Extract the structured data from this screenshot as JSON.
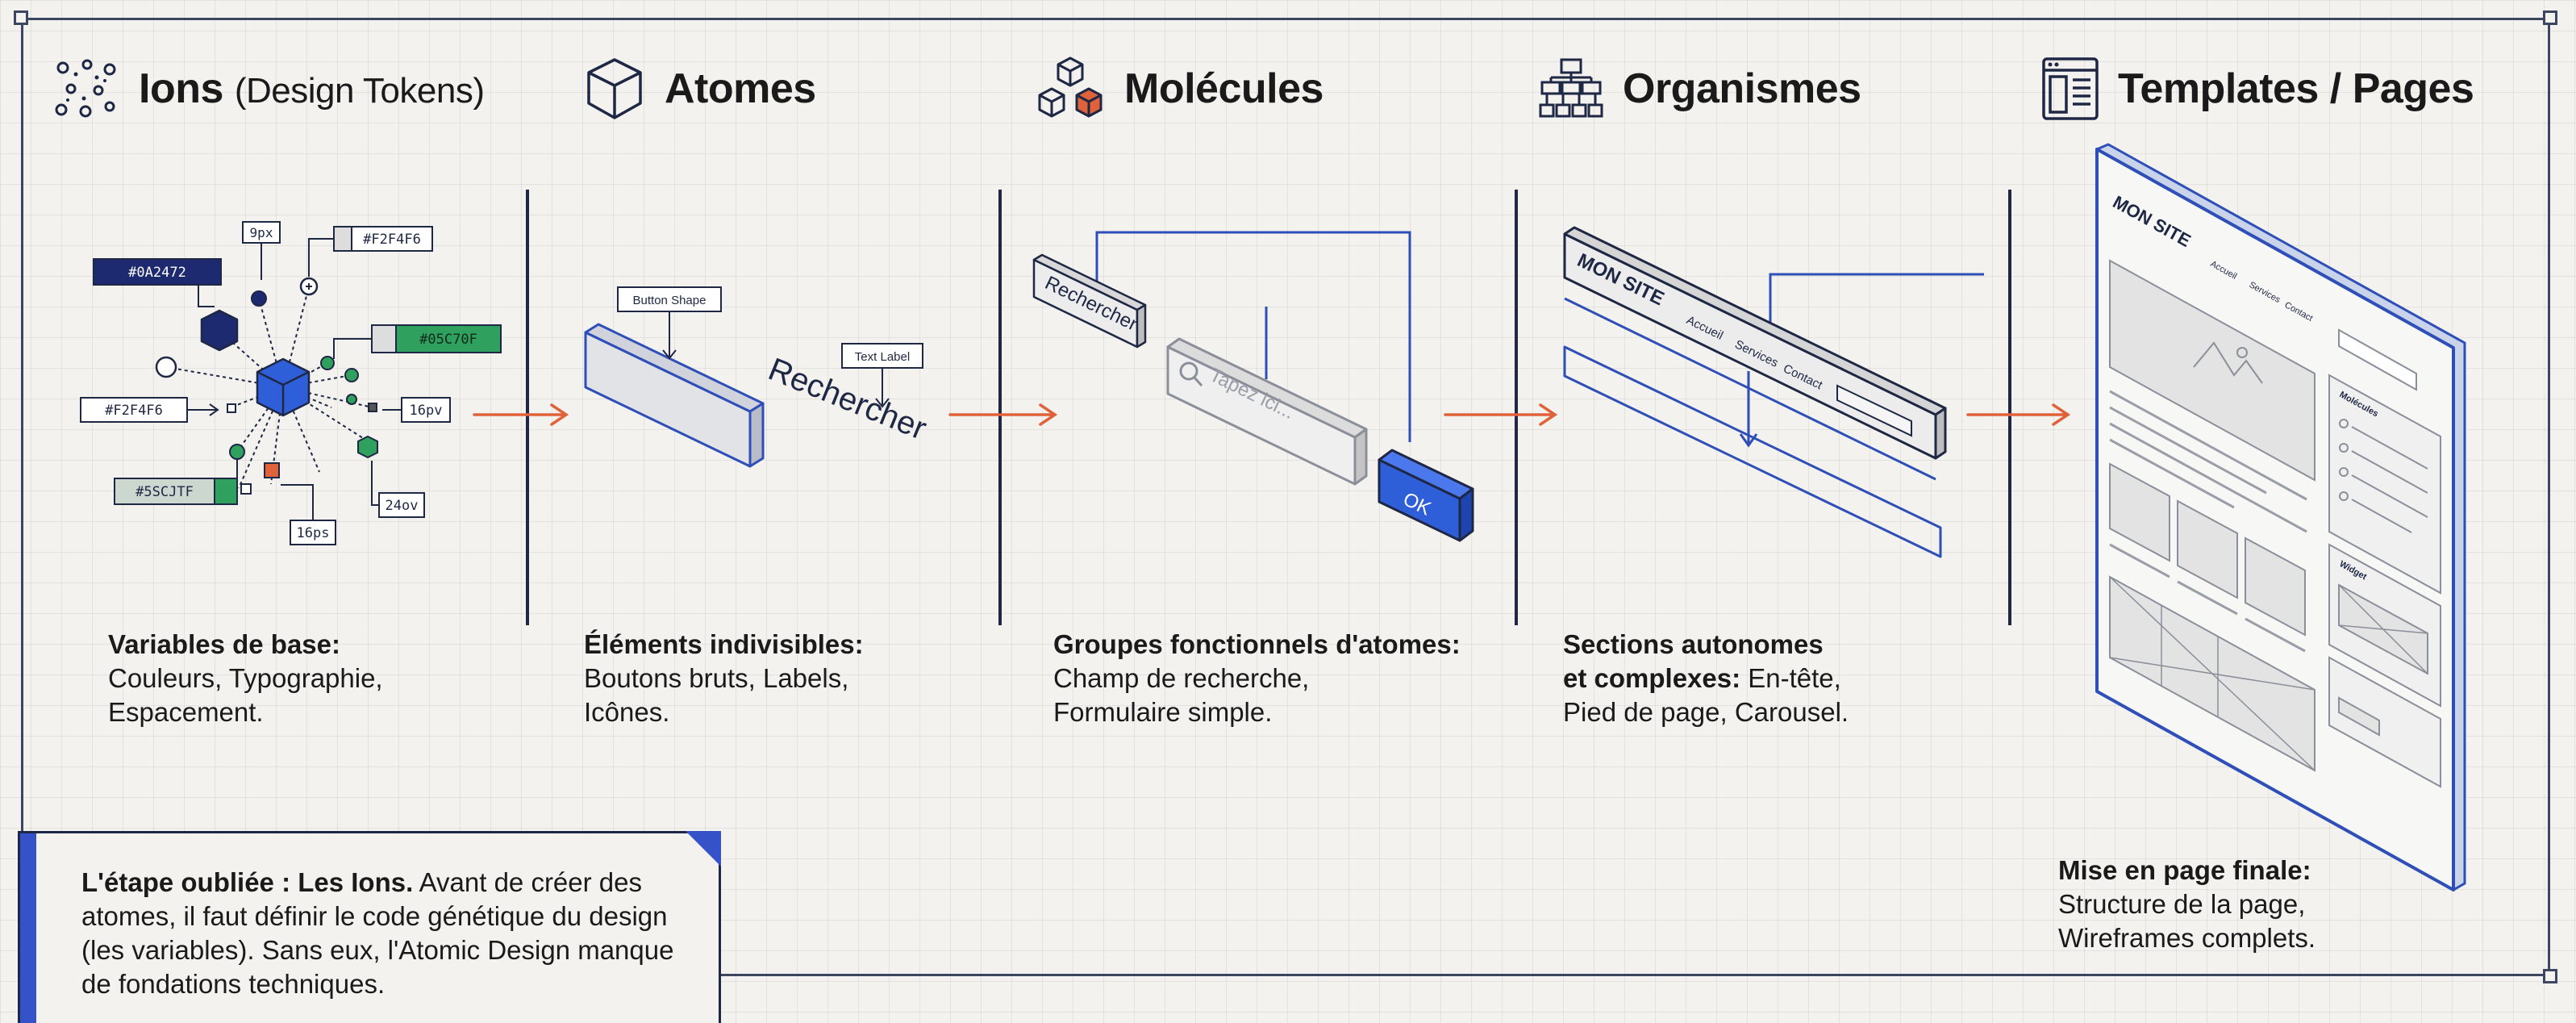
{
  "columns": [
    {
      "title": "Ions",
      "subtitle": "(Design Tokens)",
      "desc_bold": "Variables de base:",
      "desc_lines": [
        "Couleurs, Typographie,",
        "Espacement."
      ]
    },
    {
      "title": "Atomes",
      "desc_bold": "Éléments indivisibles:",
      "desc_lines": [
        "Boutons bruts, Labels,",
        "Icônes."
      ]
    },
    {
      "title": "Molécules",
      "desc_bold": "Groupes fonctionnels d'atomes:",
      "desc_lines": [
        "Champ de recherche,",
        "Formulaire simple."
      ]
    },
    {
      "title": "Organismes",
      "desc_bold": "Sections autonomes",
      "desc_bold_line2": "et complexes:",
      "desc_rest_line2": " En-tête,",
      "desc_lines": [
        "Pied de page, Carousel."
      ]
    },
    {
      "title": "Templates / Pages",
      "desc_bold": "Mise en page finale:",
      "desc_lines": [
        "Structure de la page,",
        "Wireframes complets."
      ]
    }
  ],
  "ions": {
    "tags": [
      "9px",
      "#F2F4F6",
      "#0A2472",
      "#05C70F",
      "#F2F4F6",
      "16pv",
      "#5SCJTF",
      "24ov",
      "16ps"
    ]
  },
  "atoms": {
    "button_shape_label": "Button Shape",
    "text_label_tag": "Text Label",
    "text_sample": "Rechercher"
  },
  "molecules": {
    "button_text": "Rechercher",
    "input_placeholder": "Tapez ici...",
    "ok_button": "OK"
  },
  "organisms": {
    "site_name": "MON SITE",
    "nav": [
      "Accueil",
      "Services",
      "Contact"
    ]
  },
  "templates": {
    "site_name": "MON SITE",
    "nav": [
      "Accueil",
      "Services",
      "Contact"
    ],
    "sidebar_titles": [
      "Molécules",
      "Widget"
    ]
  },
  "note": {
    "bold": "L'étape oubliée : Les Ions.",
    "text": " Avant de créer des atomes, il faut définir le code génétique du design (les variables). Sans eux, l'Atomic Design manque de fondations techniques."
  },
  "colors": {
    "accent": "#3552c8",
    "navy": "#0A2472",
    "green": "#2fa05e",
    "arrow": "#e0623a"
  }
}
